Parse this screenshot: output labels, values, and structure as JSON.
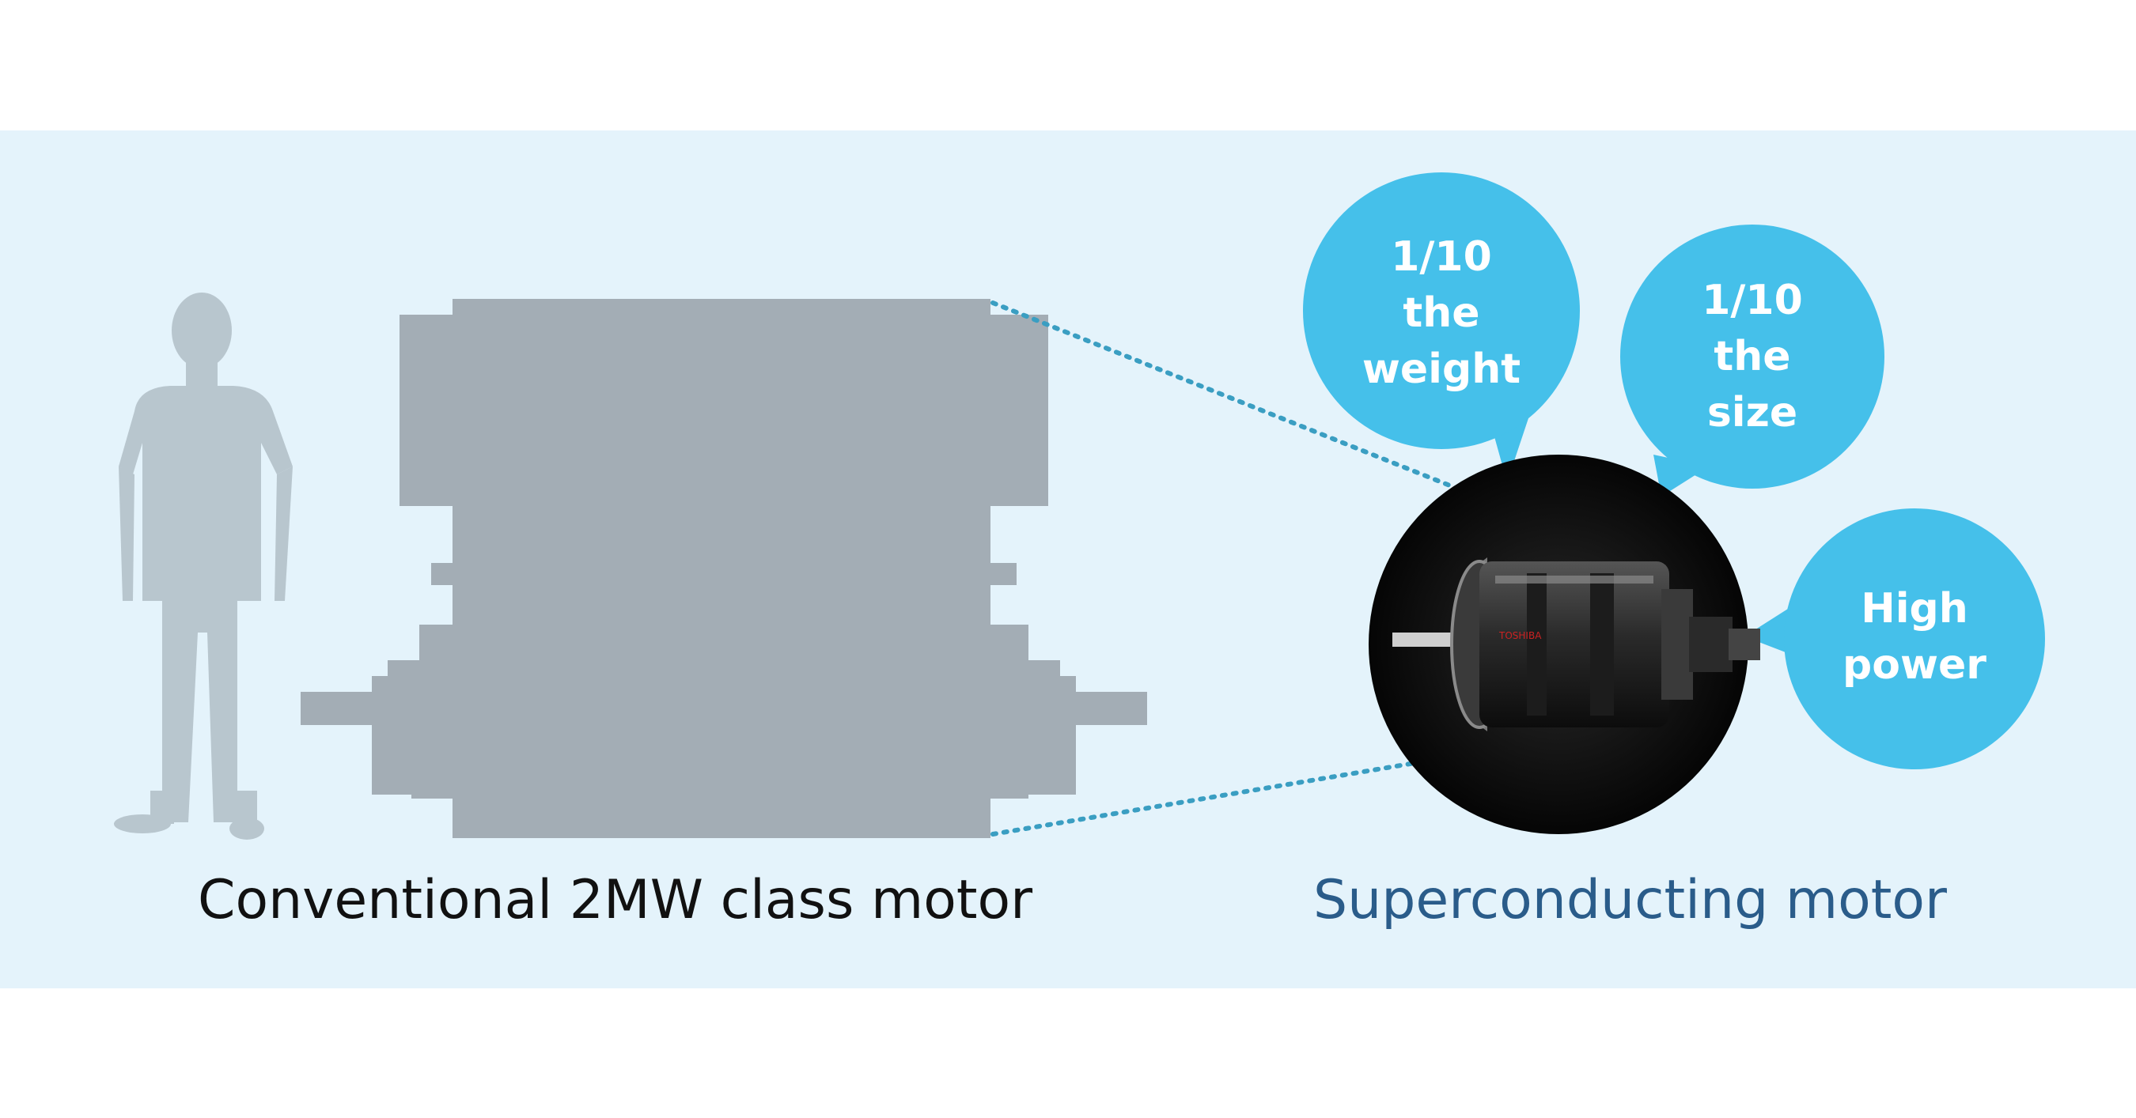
{
  "captions": {
    "conventional": "Conventional 2MW class motor",
    "superconducting": "Superconducting  motor"
  },
  "bubbles": {
    "weight": [
      "1/10",
      "the",
      "weight"
    ],
    "size": [
      "1/10",
      "the",
      "size"
    ],
    "power": [
      "High",
      "power"
    ]
  },
  "colors": {
    "panel_background": "#e4f3fb",
    "silhouette": "#a3adb5",
    "person": "#b8c6ce",
    "bubble": "#45c0ea",
    "dotted_line": "#3a9ec2",
    "caption_conventional": "#111111",
    "caption_superconducting": "#2a5c8a"
  },
  "icons": {
    "person": "person-silhouette-icon",
    "conventional_motor": "motor-silhouette-icon",
    "superconducting_motor": "motor-photo-icon"
  },
  "brand_mark": "TOSHIBA"
}
